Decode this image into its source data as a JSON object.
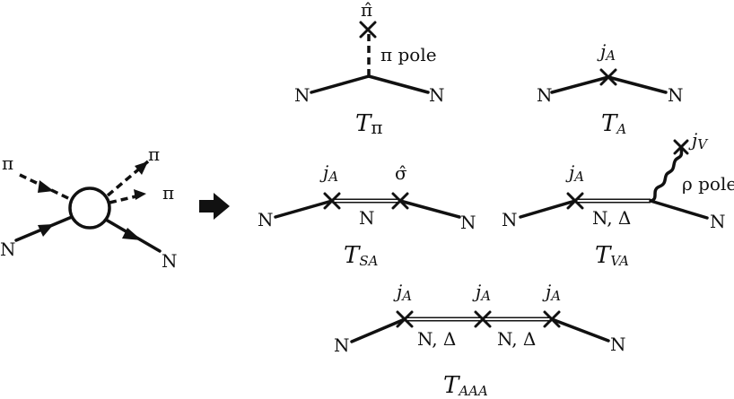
{
  "left_process": {
    "pi_in": "π",
    "pi_out1": "π",
    "pi_out2": "π",
    "n_in": "N",
    "n_out": "N"
  },
  "t_pi": {
    "pi_hat": "π̂",
    "pole": "π pole",
    "n_left": "N",
    "n_right": "N",
    "name_main": "T",
    "name_sub": "π"
  },
  "t_a": {
    "current_main": "j",
    "current_sub": "A",
    "n_left": "N",
    "n_right": "N",
    "name_main": "T",
    "name_sub": "A"
  },
  "t_sa": {
    "current_main": "j",
    "current_sub": "A",
    "sigma_hat": "σ̂",
    "n_left": "N",
    "n_mid": "N",
    "n_right": "N",
    "name_main": "T",
    "name_sub": "SA"
  },
  "t_va": {
    "current_main": "j",
    "current_sub": "A",
    "vcurrent_main": "j",
    "vcurrent_sub": "V",
    "pole": "ρ pole",
    "n_left": "N",
    "n_mid": "N, Δ",
    "n_right": "N",
    "name_main": "T",
    "name_sub": "VA"
  },
  "t_aaa": {
    "current_main": "j",
    "current_sub": "A",
    "n_left": "N",
    "n_mid1": "N, Δ",
    "n_mid2": "N, Δ",
    "n_right": "N",
    "name_main": "T",
    "name_sub": "AAA"
  }
}
